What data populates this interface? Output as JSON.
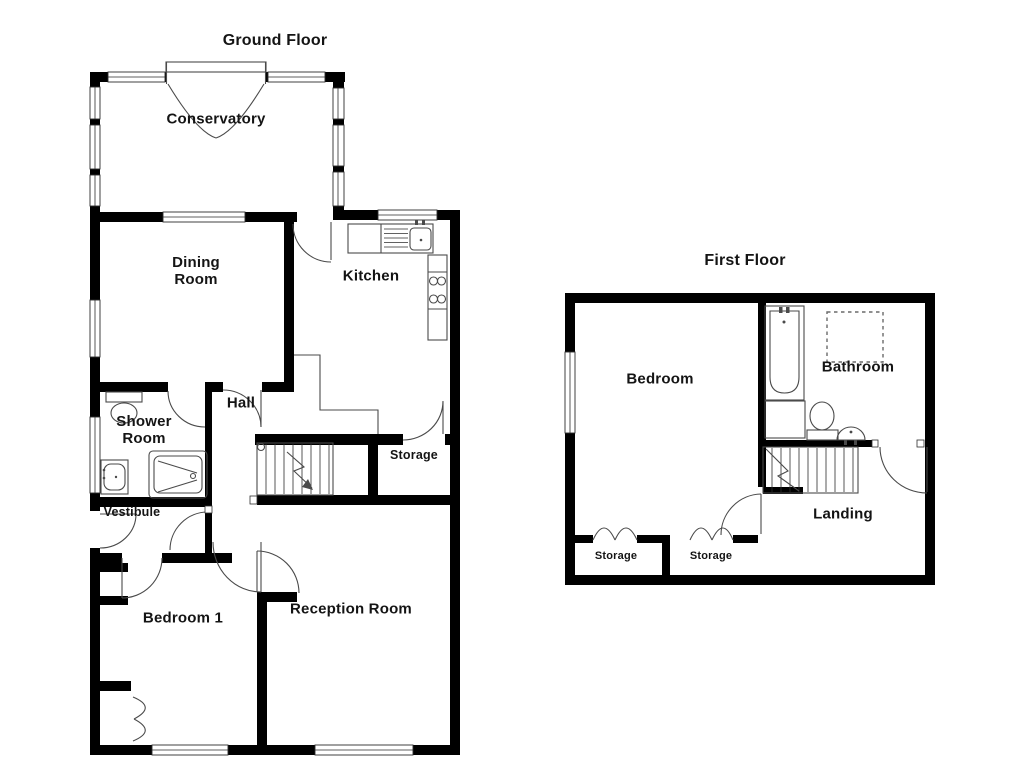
{
  "document_title": "Property Floor Plan",
  "colors": {
    "wall": "#000000",
    "detail_line": "#4a4a4a",
    "window_line": "#2e2e2e",
    "text": "#141414",
    "background": "#ffffff"
  },
  "ground_floor": {
    "title": "Ground Floor",
    "rooms": {
      "conservatory": "Conservatory",
      "dining_room": "Dining Room",
      "kitchen": "Kitchen",
      "hall": "Hall",
      "shower_room": "Shower Room",
      "storage": "Storage",
      "vestibule": "Vestibule",
      "bedroom1": "Bedroom 1",
      "reception_room": "Reception Room"
    },
    "fixtures": [
      "kitchen-sink",
      "hob",
      "toilet",
      "washbasin",
      "shower-tray",
      "stairs-up"
    ]
  },
  "first_floor": {
    "title": "First Floor",
    "rooms": {
      "bedroom": "Bedroom",
      "bathroom": "Bathroom",
      "landing": "Landing",
      "storage_left": "Storage",
      "storage_right": "Storage"
    },
    "fixtures": [
      "bathtub",
      "vanity-unit",
      "toilet",
      "washbasin",
      "skylight-dashed",
      "stairs-down"
    ]
  }
}
